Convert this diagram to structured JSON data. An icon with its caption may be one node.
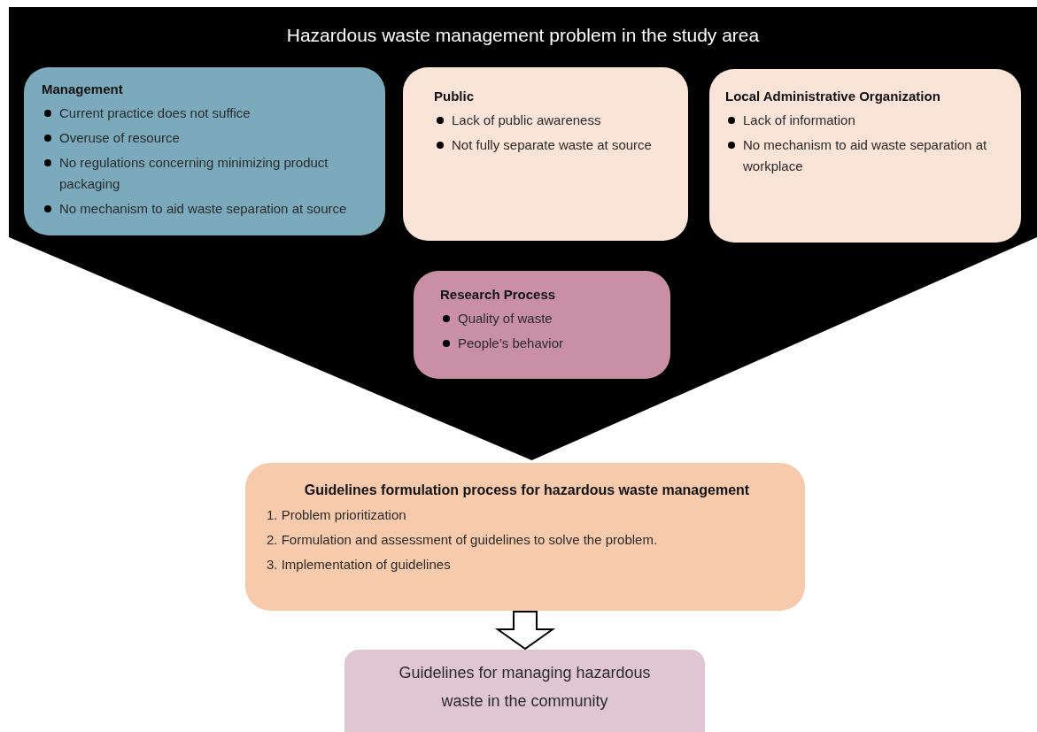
{
  "diagram": {
    "nodes": [
      {
        "text": [
          "Hazardous waste management problem in the study area"
        ]
      },
      {
        "text": [
          "Management",
          "Current practice does not suffice",
          "Overuse of resource",
          "No regulations concerning minimizing product packaging",
          "No mechanism to aid waste separation at source"
        ],
        "in": 0
      },
      {
        "text": [
          "Public",
          "Lack of public awareness",
          "Not fully separate waste at source"
        ],
        "in": 0
      },
      {
        "text": [
          "Local Administrative Organization",
          "Lack of information",
          "No mechanism to aid waste separation at workplace"
        ],
        "in": 0
      },
      {
        "text": [
          "Research Process",
          "Quality of waste",
          "People’s behavior"
        ],
        "in": 0
      },
      {
        "text": [
          "Guidelines formulation process for hazardous waste management",
          "1. Problem prioritization",
          "2. Formulation and assessment of guidelines to solve the problem.",
          "3. Implementation of guidelines"
        ]
      },
      {
        "text": [
          "Guidelines for managing hazardous waste in the community"
        ]
      }
    ],
    "edges": [
      {
        "from": 5,
        "to": 6,
        "arrow": "to"
      }
    ]
  }
}
